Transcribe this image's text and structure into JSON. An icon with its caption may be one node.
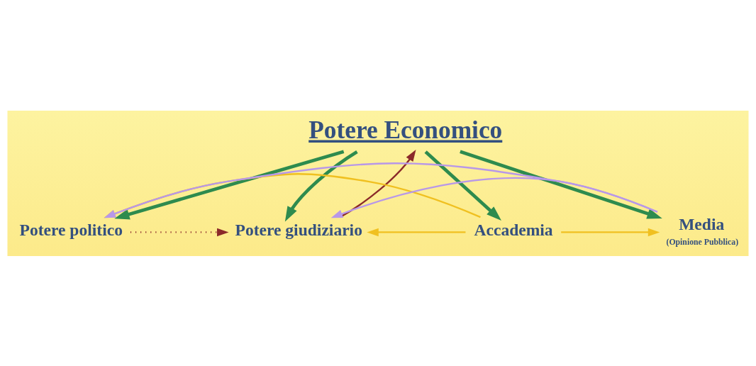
{
  "diagram": {
    "nodes": [
      {
        "text": [
          "Potere Economico"
        ]
      },
      {
        "text": [
          "Potere politico"
        ]
      },
      {
        "text": [
          "Potere giudiziario"
        ]
      },
      {
        "text": [
          "Accademia"
        ]
      },
      {
        "text": [
          "Media"
        ],
        "beside": [
          "(Opinione Pubblica)"
        ]
      }
    ],
    "edges": [
      {
        "from": 0,
        "to": 1,
        "arrow": "to",
        "style": "thick"
      },
      {
        "from": 0,
        "to": 3,
        "arrow": "to",
        "style": "thick"
      },
      {
        "from": 0,
        "to": 4,
        "arrow": "to",
        "style": "thick"
      },
      {
        "from": 0,
        "to": 2,
        "arrow": "to",
        "style": "thick"
      },
      {
        "from": 2,
        "to": 0,
        "arrow": "to",
        "color": "#8b2a2a"
      },
      {
        "from": 1,
        "to": 2,
        "arrow": "to",
        "style": "dashed",
        "color": "#8b2a2a"
      },
      {
        "from": 4,
        "to": 1,
        "arrow": "to",
        "color": "#b898e8"
      },
      {
        "from": 4,
        "to": 2,
        "arrow": "to",
        "color": "#b898e8"
      },
      {
        "from": 3,
        "to": 1,
        "arrow": "to",
        "color": "#f0c020"
      },
      {
        "from": 3,
        "to": 2,
        "arrow": "to",
        "color": "#f0c020"
      },
      {
        "from": 3,
        "to": 4,
        "arrow": "to",
        "color": "#f0c020"
      }
    ]
  }
}
